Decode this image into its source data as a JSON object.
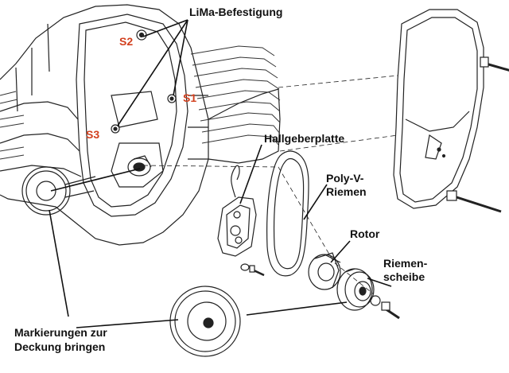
{
  "labels": {
    "lima": "LiMa-Befestigung",
    "s1": "S1",
    "s2": "S2",
    "s3": "S3",
    "hallgeber": "Hallgeberplatte",
    "poly_line1": "Poly-V-",
    "poly_line2": "Riemen",
    "rotor": "Rotor",
    "riemen_line1": "Riemen-",
    "riemen_line2": "scheibe",
    "mark_line1": "Markierungen zur",
    "mark_line2": "Deckung bringen"
  },
  "colors": {
    "screw_label": "#d2401e",
    "line": "#111111"
  }
}
